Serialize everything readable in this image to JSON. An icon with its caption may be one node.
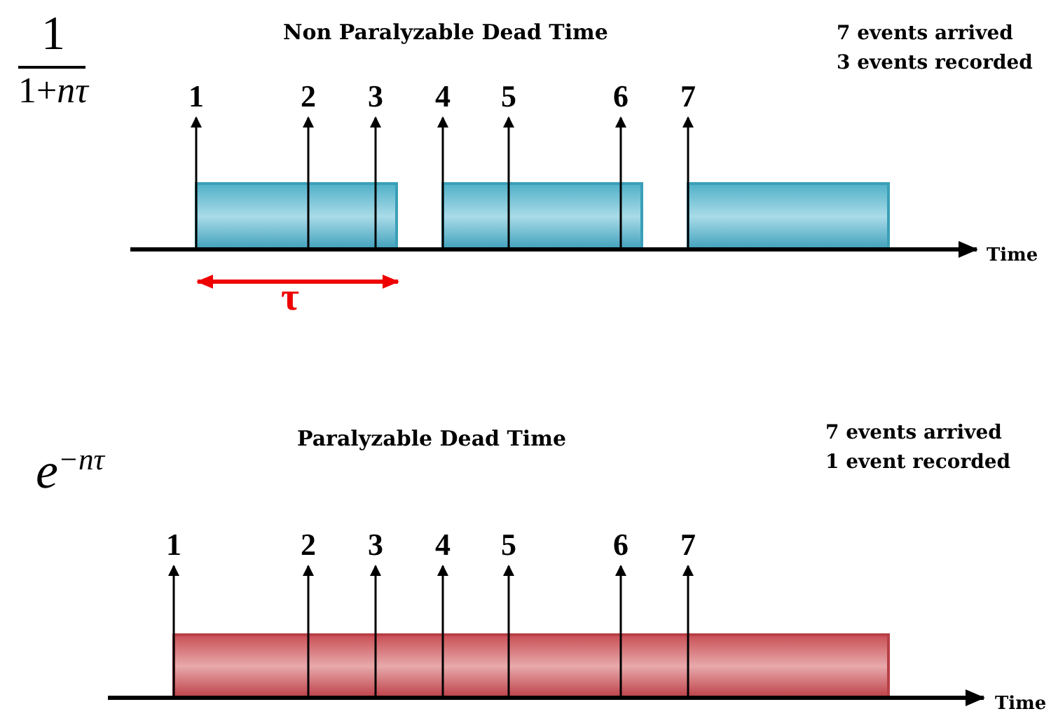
{
  "diagram": {
    "nodes": [
      {
        "text": [],
        "shape": "bar"
      },
      {
        "text": [],
        "shape": "bar"
      },
      {
        "text": [],
        "shape": "bar"
      },
      {
        "text": [],
        "shape": "bar"
      }
    ],
    "labels": [
      "1",
      "1+*nτ*",
      "Non Paralyzable Dead Time",
      "7 events arrived",
      "3 events recorded",
      "1",
      "2",
      "3",
      "4",
      "5",
      "6",
      "7",
      "Time",
      "τ",
      "*e*$^{−nτ}$",
      "Paralyzable Dead Time",
      "7 events arrived",
      "1 event recorded",
      "1",
      "2",
      "3",
      "4",
      "5",
      "6",
      "7",
      "Time"
    ]
  }
}
